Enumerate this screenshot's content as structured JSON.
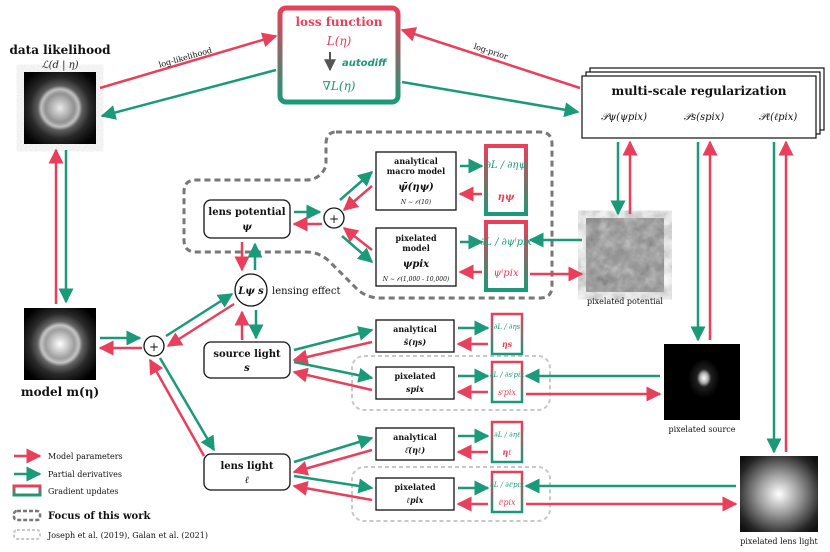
{
  "colors": {
    "red": "#e8405a",
    "green": "#1a9a78",
    "gray_dash": "#777777",
    "light_dash": "#c8c8c8"
  },
  "loss": {
    "title": "loss function",
    "L": "L(η)",
    "autodiff": "autodiff",
    "grad": "∇L(η)"
  },
  "data_likelihood": {
    "title": "data likelihood",
    "formula": "ℒ(d | η)"
  },
  "edge_labels": {
    "log_likelihood": "log-likelihood",
    "log_prior": "log-prior",
    "lensing_effect": "lensing effect"
  },
  "regularization": {
    "title": "multi-scale regularization",
    "terms": [
      "𝒫ψ(ψpix)",
      "𝒫s(spix)",
      "𝒫ℓ(ℓpix)"
    ]
  },
  "model": {
    "label": "model m(η)"
  },
  "nodes": {
    "lens_potential": {
      "title": "lens potential",
      "symbol": "ψ"
    },
    "source_light": {
      "title": "source light",
      "symbol": "s"
    },
    "lens_light": {
      "title": "lens light",
      "symbol": "ℓ"
    },
    "lensing_op": "Lψ s",
    "plus": "+"
  },
  "components": {
    "psi_analytical": {
      "title": "analytical",
      "title2": "macro model",
      "symbol": "ψ̄(ηψ)",
      "note": "N ∼ 𝒪(10)",
      "grad": "∂L / ∂ηψ",
      "param": "ηψ"
    },
    "psi_pixelated": {
      "title": "pixelated",
      "title2": "model",
      "symbol": "ψpix",
      "note": "N ∼ 𝒪(1,000 - 10,000)",
      "grad": "∂L / ∂ψⁱpix",
      "param": "ψⁱpix"
    },
    "s_analytical": {
      "title": "analytical",
      "symbol": "s̄(ηs)",
      "grad": "∂L / ∂ηs",
      "param": "ηs"
    },
    "s_pixelated": {
      "title": "pixelated",
      "symbol": "spix",
      "grad": "∂L / ∂sⁱpix",
      "param": "sⁱpix"
    },
    "l_analytical": {
      "title": "analytical",
      "symbol": "ℓ̄(ηℓ)",
      "grad": "∂L / ∂ηℓ",
      "param": "ηℓ"
    },
    "l_pixelated": {
      "title": "pixelated",
      "symbol": "ℓpix",
      "grad": "∂L / ∂ℓⁱpix",
      "param": "ℓⁱpix"
    }
  },
  "images": {
    "potential": "pixelated potential",
    "source": "pixelated source",
    "lens_light": "pixelated lens light"
  },
  "legend": {
    "items": [
      {
        "label": "Model parameters",
        "kind": "red-arrow"
      },
      {
        "label": "Partial derivatives",
        "kind": "green-arrow"
      },
      {
        "label": "Gradient updates",
        "kind": "grad-box"
      },
      {
        "label": "Focus of this work",
        "kind": "dark-dash"
      },
      {
        "label": "Joseph et al. (2019), Galan et al. (2021)",
        "kind": "light-dash"
      }
    ]
  }
}
